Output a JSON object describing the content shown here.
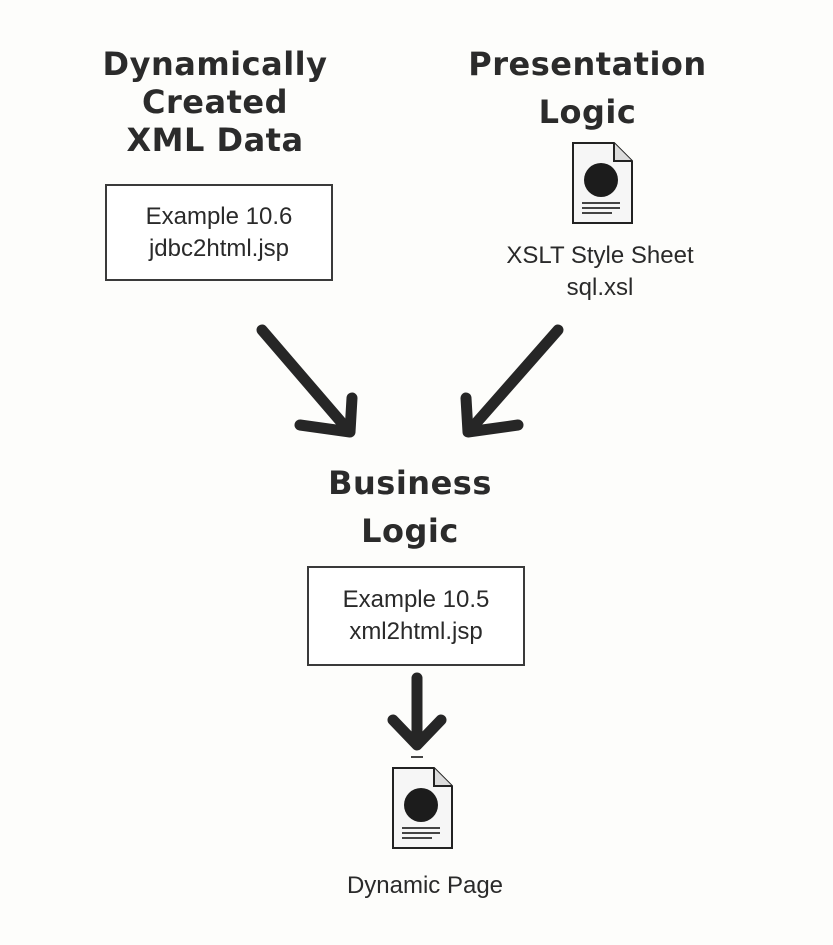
{
  "nodes": {
    "xml_data": {
      "heading_lines": [
        "Dynamically",
        "Created",
        "XML Data"
      ],
      "box_lines": [
        "Example 10.6",
        "jdbc2html.jsp"
      ]
    },
    "presentation": {
      "heading_lines": [
        "Presentation",
        "Logic"
      ],
      "icon": "document-icon",
      "caption_lines": [
        "XSLT Style Sheet",
        "sql.xsl"
      ]
    },
    "business": {
      "heading_lines": [
        "Business",
        "Logic"
      ],
      "box_lines": [
        "Example 10.5",
        "xml2html.jsp"
      ]
    },
    "output": {
      "icon": "document-icon",
      "caption": "Dynamic Page"
    }
  },
  "edges": [
    {
      "from": "xml_data",
      "to": "business"
    },
    {
      "from": "presentation",
      "to": "business"
    },
    {
      "from": "business",
      "to": "output"
    }
  ]
}
